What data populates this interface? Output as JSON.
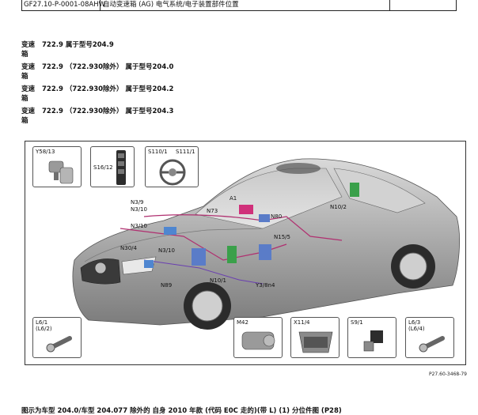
{
  "header": {
    "doc_id": "GF27.10-P-0001-08AHW",
    "title": "自动变速箱 (AG) 电气系统/电子装置部件位置",
    "extra": ""
  },
  "applicability": [
    {
      "w1": "变速",
      "w2": "箱",
      "rest": "722.9 属于型号204.9"
    },
    {
      "w1": "变速",
      "w2": "箱",
      "rest": "722.9 （722.930除外） 属于型号204.0"
    },
    {
      "w1": "变速",
      "w2": "箱",
      "rest": "722.9 （722.930除外） 属于型号204.2"
    },
    {
      "w1": "变速",
      "w2": "箱",
      "rest": "722.9 （722.930除外） 属于型号204.3"
    }
  ],
  "figure": {
    "callouts_top": [
      "Y58/13",
      "S16/12",
      "S110/1",
      "S111/1"
    ],
    "callouts_bottom": [
      "L6/1\n(L6/2)",
      "M42",
      "X11/4",
      "S9/1",
      "L6/3\n(L6/4)"
    ],
    "labels": {
      "a1": "A1",
      "n73": "N73",
      "n80": "N80",
      "n10_2": "N10/2",
      "n3_9": "N3/9",
      "n3_10a": "N3/10",
      "n3_10b": "N3/10",
      "n3_10c": "N3/10",
      "n30_4": "N30/4",
      "n89": "N89",
      "n10_1": "N10/1",
      "n15_5": "N15/5",
      "y3_8n4": "Y3/8n4"
    },
    "ref": "P27.60-3468-79"
  },
  "caption": "图示为车型 204.0/车型 204.077 除外的 自身 2010 年款 (代码 E0C 走的)(带 L) (1) 分位件图 (P28) "
}
